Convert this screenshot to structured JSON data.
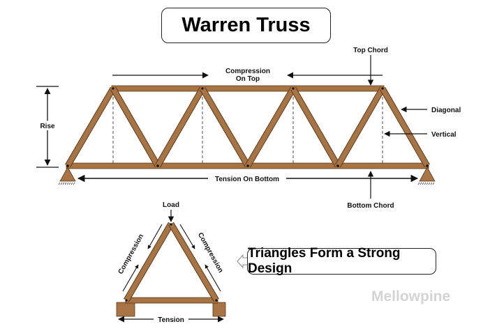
{
  "title": "Warren Truss",
  "labels": {
    "top_chord": "Top Chord",
    "compression_on_top_line1": "Compression",
    "compression_on_top_line2": "On Top",
    "diagonal": "Diagonal",
    "vertical": "Vertical",
    "rise": "Rise",
    "tension_on_bottom": "Tension On Bottom",
    "bottom_chord": "Bottom Chord"
  },
  "triangle_detail": {
    "load": "Load",
    "compression_left": "Compression",
    "compression_right": "Compression",
    "tension": "Tension"
  },
  "tagline": "Triangles Form a Strong Design",
  "watermark": "Mellowpine",
  "colors": {
    "wood": "#a87444",
    "wood_edge": "#5a3a1c",
    "ink": "#111111",
    "dashed": "#777777",
    "watermark": "#d4d4d4"
  },
  "truss": {
    "panels": 4,
    "top_joint_count": 4,
    "bottom_joint_count": 5
  }
}
